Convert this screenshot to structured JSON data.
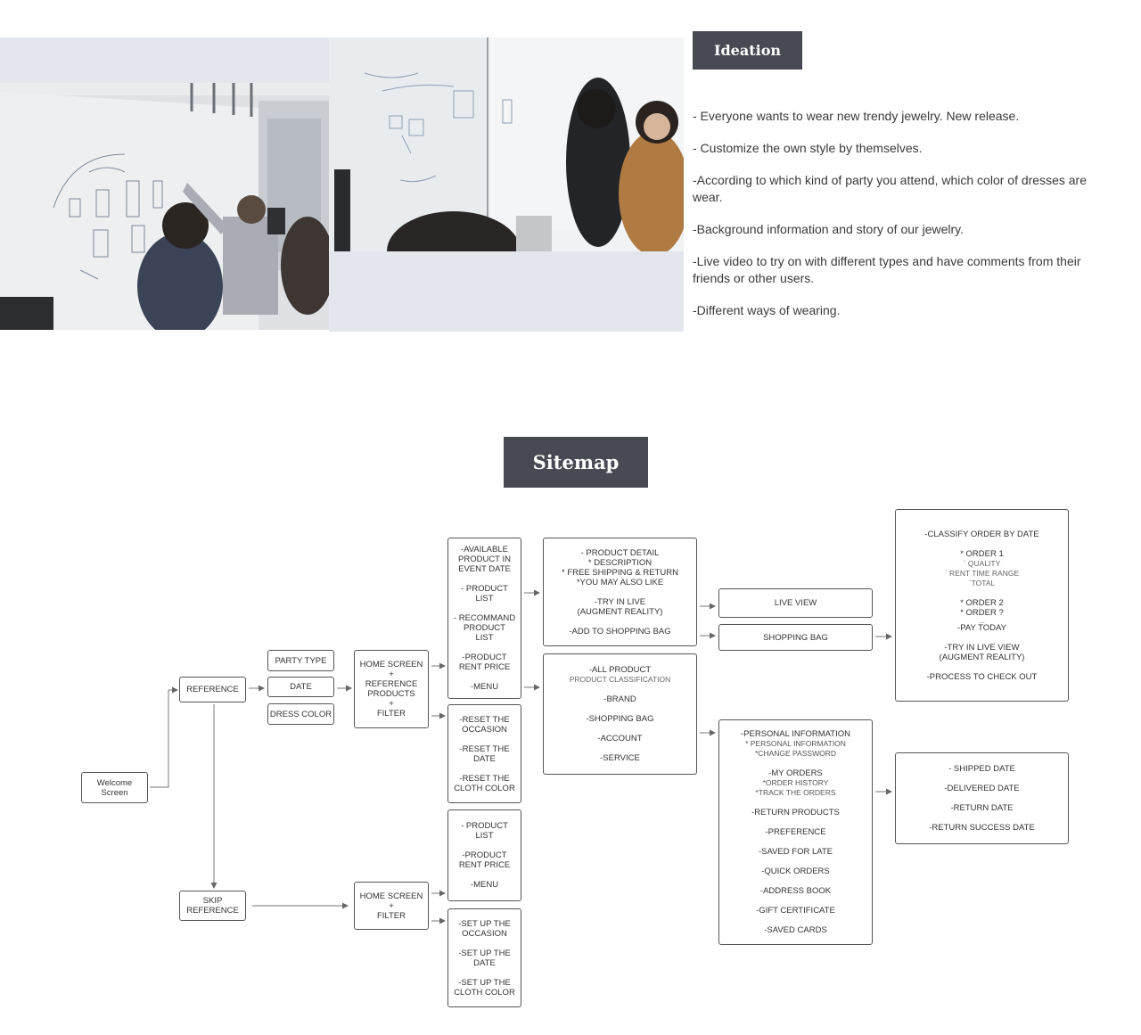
{
  "ideation": {
    "title": "Ideation",
    "points": [
      "- Everyone wants to wear new trendy jewelry. New release.",
      "- Customize the own style by themselves.",
      "-According to which kind of party you attend, which color of dresses are wear.",
      "-Background information and story of our jewelry.",
      "-Live video to try on with different types and have comments from their friends or other users.",
      "-Different ways of wearing."
    ]
  },
  "sitemap": {
    "title": "Sitemap",
    "welcome": [
      "Welcome",
      "Screen"
    ],
    "reference": "REFERENCE",
    "skip_reference": [
      "SKIP",
      "REFERENCE"
    ],
    "party_type": "PARTY TYPE",
    "date": "DATE",
    "dress_color": "DRESS COLOR",
    "home_ref": [
      "HOME SCREEN",
      "+",
      "REFERENCE",
      "PRODUCTS",
      "+",
      "FILTER"
    ],
    "home_filter": [
      "HOME SCREEN",
      "+",
      "FILTER"
    ],
    "event_list": [
      "-AVAILABLE",
      "PRODUCT IN",
      "EVENT DATE",
      "",
      "- PRODUCT",
      "LIST",
      "",
      "- RECOMMAND",
      "PRODUCT",
      "LIST",
      "",
      "-PRODUCT",
      "RENT PRICE",
      "",
      "-MENU"
    ],
    "reset_filters": [
      "-RESET THE",
      "OCCASION",
      "",
      "-RESET THE",
      "DATE",
      "",
      "-RESET THE",
      "CLOTH COLOR"
    ],
    "skip_list": [
      "- PRODUCT",
      "LIST",
      "",
      "-PRODUCT",
      "RENT PRICE",
      "",
      "-MENU"
    ],
    "setup_filters": [
      "-SET UP THE",
      "OCCASION",
      "",
      "-SET UP THE",
      "DATE",
      "",
      "-SET UP THE",
      "CLOTH COLOR"
    ],
    "product_detail": [
      "- PRODUCT DETAIL",
      "* DESCRIPTION",
      "* FREE SHIPPING & RETURN",
      "*YOU MAY ALSO LIKE",
      "",
      "-TRY IN LIVE",
      "(AUGMENT REALITY)",
      "",
      "-ADD TO SHOPPING BAG"
    ],
    "menu": {
      "main": "-ALL PRODUCT",
      "sub": "PRODUCT CLASSIFICATION",
      "items": [
        "-BRAND",
        "-SHOPPING BAG",
        "-ACCOUNT",
        "-SERVICE"
      ]
    },
    "live_view": "LIVE VIEW",
    "shopping_bag": "SHOPPING BAG",
    "order": {
      "head": "-CLASSIFY ORDER BY DATE",
      "order1": "* ORDER 1",
      "details": [
        "` QUALITY",
        "` RENT TIME RANGE",
        "`TOTAL"
      ],
      "more": [
        "* ORDER 2",
        "* ORDER ?"
      ],
      "ellipsis": "...",
      "tail": [
        "-PAY TODAY",
        "",
        "-TRY IN LIVE VIEW",
        "(AUGMENT REALITY)",
        "",
        "-PROCESS TO CHECK OUT"
      ]
    },
    "account": {
      "personal": "-PERSONAL INFORMATION",
      "personal_sub": [
        "* PERSONAL INFORMATION",
        "*CHANGE PASSWORD"
      ],
      "orders": "-MY ORDERS",
      "orders_sub": [
        "*ORDER HISTORY",
        "*TRACK THE ORDERS"
      ],
      "items": [
        "-RETURN PRODUCTS",
        "-PREFERENCE",
        "-SAVED FOR LATE",
        "-QUICK ORDERS",
        "-ADDRESS BOOK",
        "-GIFT CERTIFICATE",
        "-SAVED CARDS"
      ]
    },
    "tracking": [
      "- SHIPPED DATE",
      "-DELIVERED DATE",
      "-RETURN DATE",
      "-RETURN SUCCESS DATE"
    ]
  }
}
